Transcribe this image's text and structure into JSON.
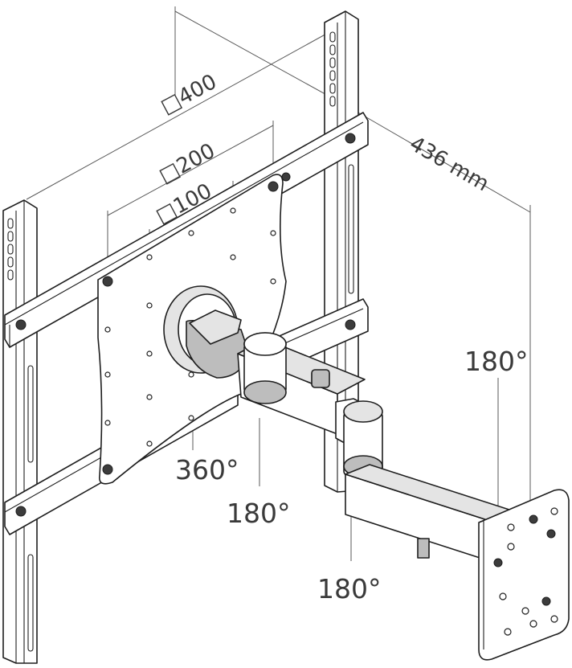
{
  "dimensions": {
    "vesa_400": "□400",
    "vesa_200": "□200",
    "vesa_100": "□100",
    "extension": "436 mm"
  },
  "rotations": {
    "tilt_head": "360°",
    "joint_head": "180°",
    "joint_mid": "180°",
    "joint_wall": "180°"
  }
}
